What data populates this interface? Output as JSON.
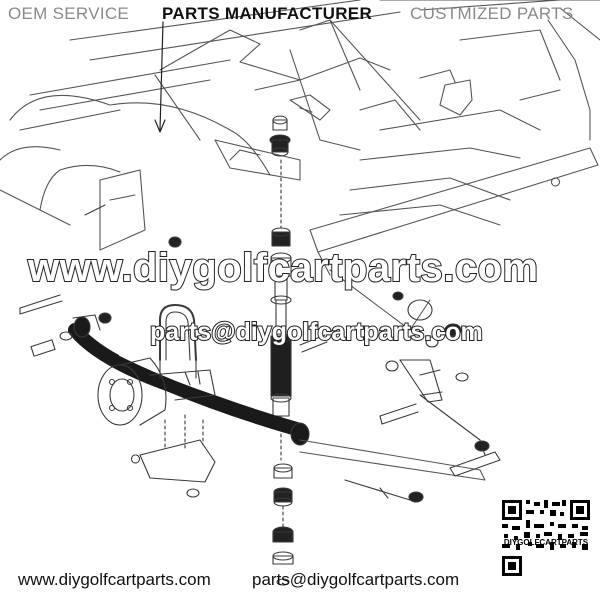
{
  "header": {
    "left": "OEM SERVICE",
    "center": "PARTS MANUFACTURER",
    "right": "CUSTMIZED PARTS"
  },
  "watermark": {
    "main": "www.diygolfcartparts.com",
    "email": "parts@diygolfcartparts.com"
  },
  "footer": {
    "website": "www.diygolfcartparts.com",
    "email": "parts@diygolfcartparts.com"
  },
  "qr": {
    "label": "DIYGOLFCARTPARTS"
  },
  "colors": {
    "line": "#3a3a3a",
    "header_grey": "#8a8a8a",
    "spring": "#1a1a1a"
  }
}
